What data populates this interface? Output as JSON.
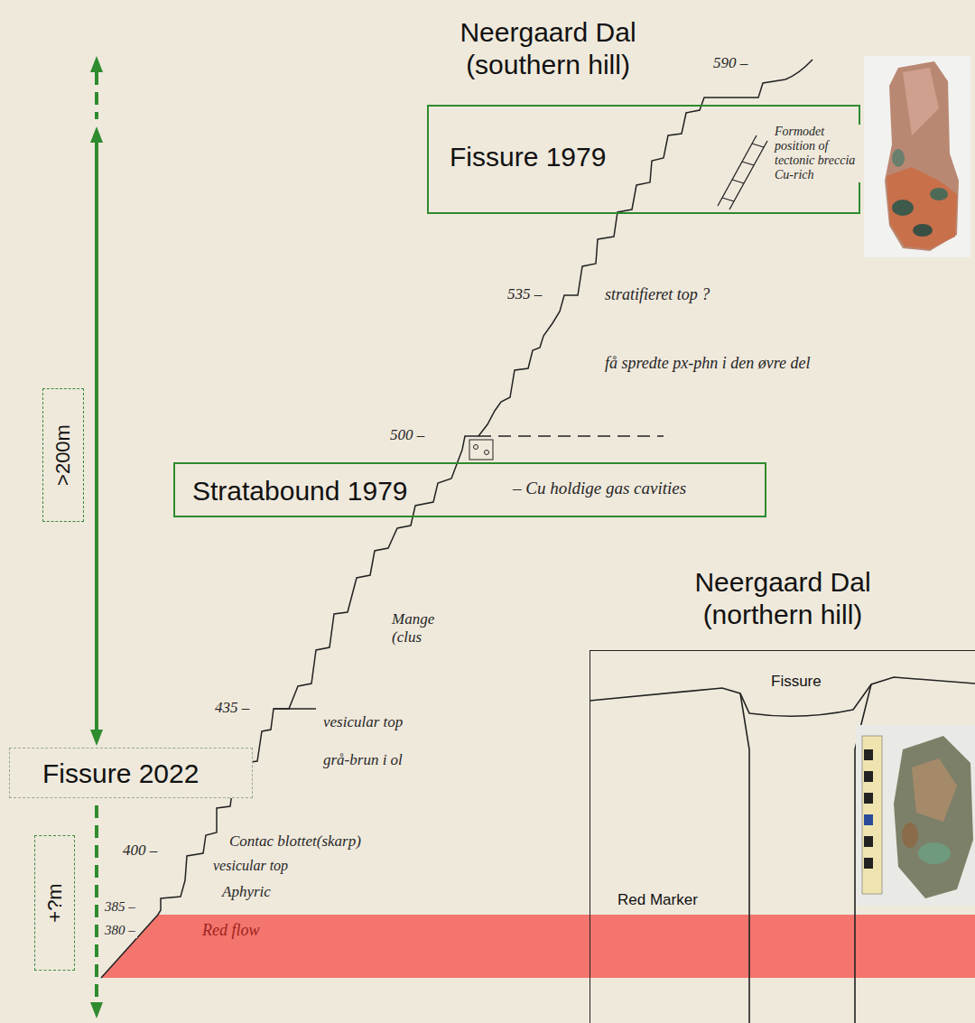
{
  "diagram": {
    "title": "Neergaard Dal (southern hill)",
    "nodes": [
      {
        "text": [
          "Fissure 1979"
        ]
      },
      {
        "text": [
          "Stratabound 1979"
        ]
      },
      {
        "text": [
          ">200m"
        ]
      },
      {
        "text": [
          "Fissure 2022"
        ]
      },
      {
        "text": [
          "+?m"
        ]
      },
      {
        "text": [
          "Neergaard Dal (northern hill)",
          "Fissure",
          "Red Marker"
        ]
      }
    ],
    "labels": [
      "590 –",
      "Formodet position of tectonic breccia Cu-rich",
      "535 –",
      "stratifieret top ?",
      "få spredte px-phn i den øvre del",
      "500 –",
      "– Cu holdige gas cavities",
      "Mange (clus",
      "435 –",
      "vesicular top",
      "grå-brun i ol",
      "400 –",
      "Contac blottet(skarp)",
      "vesicular top",
      "Aphyric",
      "385 –",
      "380 –",
      "Red flow"
    ]
  }
}
